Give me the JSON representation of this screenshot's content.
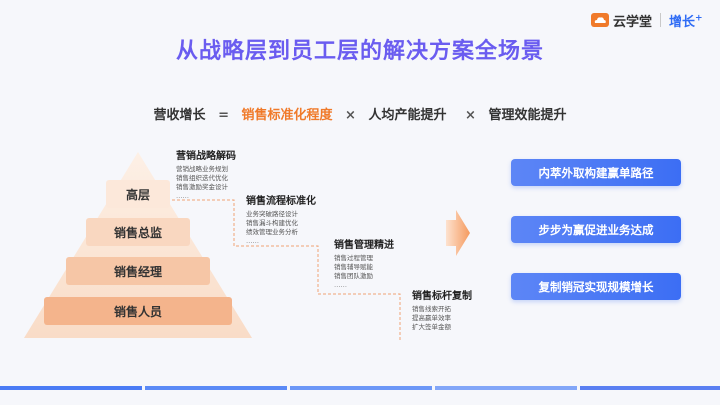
{
  "logo": {
    "brand": "云学堂",
    "growth": "增长",
    "growth_plus": "+"
  },
  "title": "从战略层到员工层的解决方案全场景",
  "formula": {
    "left": "营收增长",
    "equals": "=",
    "highlight": "销售标准化程度",
    "times1": "×",
    "term2": "人均产能提升",
    "times2": "×",
    "term3": "管理效能提升"
  },
  "pyramid": [
    "高层",
    "销售总监",
    "销售经理",
    "销售人员"
  ],
  "stages": [
    {
      "title": "营销战略解码",
      "items": [
        "营销战略业务规划",
        "销售组织迭代优化",
        "销售激励奖金设计"
      ],
      "dots": "……"
    },
    {
      "title": "销售流程标准化",
      "items": [
        "业务突破路径设计",
        "销售漏斗构建优化",
        "绩效管理业务分析"
      ],
      "dots": "……"
    },
    {
      "title": "销售管理精进",
      "items": [
        "销售过程管理",
        "销售辅导赋能",
        "销售团队激励"
      ],
      "dots": "……"
    },
    {
      "title": "销售标杆复制",
      "items": [
        "销售线索开拓",
        "提高赢单效率",
        "扩大签单金额"
      ],
      "dots": "……"
    }
  ],
  "results": [
    "内萃外取构建赢单路径",
    "步步为赢促进业务达成",
    "复制销冠实现规模增长"
  ],
  "colors": {
    "title": "#6a5cf0",
    "highlight": "#f07a2a",
    "result": "#3c6ef4",
    "pyramid_light": "#fbe3d3",
    "pyramid_dark": "#f4b48c"
  }
}
